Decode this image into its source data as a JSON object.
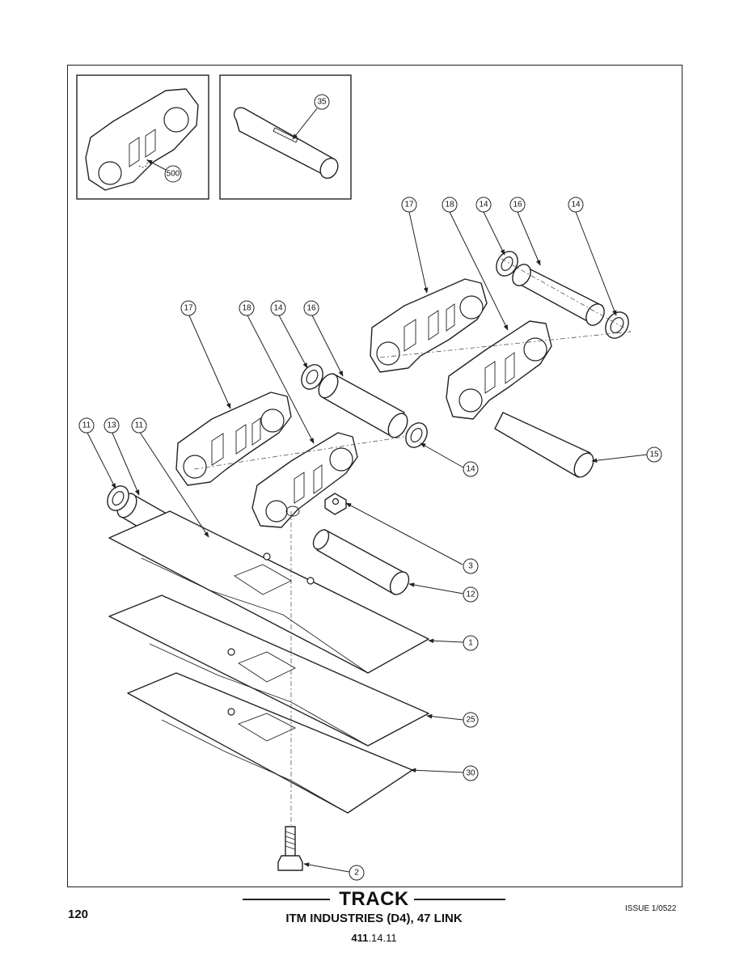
{
  "header": {
    "title": "TRACK",
    "subtitle": "ITM INDUSTRIES (D4), 47 LINK",
    "page_number": "120",
    "issue": "ISSUE 1/0522",
    "doc_ref_bold": "411",
    "doc_ref_rest": ".14.11"
  },
  "callouts": {
    "c35": "35",
    "c500": "500",
    "c17a": "17",
    "c18a": "18",
    "c14a": "14",
    "c16a": "16",
    "c14b": "14",
    "c17b": "17",
    "c18b": "18",
    "c14c": "14",
    "c16b": "16",
    "c11a": "11",
    "c13": "13",
    "c11b": "11",
    "c15": "15",
    "c14d": "14",
    "c3": "3",
    "c12": "12",
    "c1": "1",
    "c25": "25",
    "c30": "30",
    "c2": "2"
  }
}
